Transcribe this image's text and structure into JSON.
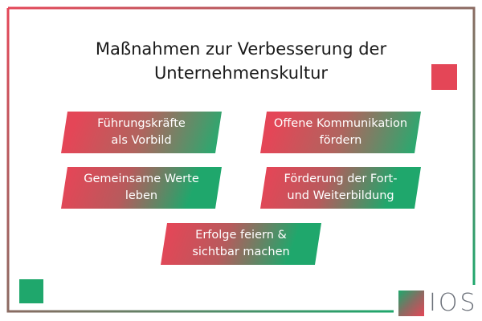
{
  "title": {
    "line1": "Maßnahmen zur Verbesserung der",
    "line2": "Unternehmenskultur"
  },
  "boxes": [
    {
      "line1": "Führungskräfte",
      "line2": "als Vorbild"
    },
    {
      "line1": "Offene Kommunikation",
      "line2": "fördern"
    },
    {
      "line1": "Gemeinsame Werte",
      "line2": "leben"
    },
    {
      "line1": "Förderung der Fort-",
      "line2": "und Weiterbildung"
    },
    {
      "line1": "Erfolge feiern &",
      "line2": "sichtbar machen"
    }
  ],
  "logo": {
    "text": "IOS"
  },
  "colors": {
    "accent_red": "#e44657",
    "accent_green": "#1fa76c",
    "text_dark": "#1a1a1a",
    "logo_gray": "#6b7079"
  }
}
